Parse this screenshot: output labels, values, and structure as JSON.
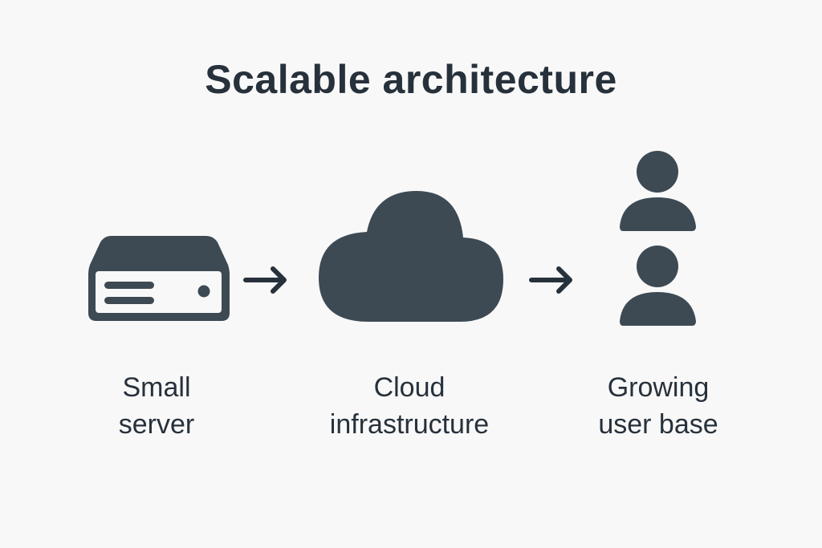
{
  "title": "Scalable architecture",
  "nodes": [
    {
      "icon": "server-icon",
      "label_lines": [
        "Small",
        "server"
      ]
    },
    {
      "icon": "cloud-icon",
      "label_lines": [
        "Cloud",
        "infrastructure"
      ]
    },
    {
      "icon": "users-icon",
      "label_lines": [
        "Growing",
        "user base"
      ]
    }
  ],
  "edges": [
    {
      "from": "Small server",
      "to": "Cloud infrastructure",
      "icon": "arrow-right-icon"
    },
    {
      "from": "Cloud infrastructure",
      "to": "Growing user base",
      "icon": "arrow-right-icon"
    }
  ],
  "colors": {
    "icon": "#3d4a54",
    "text": "#27313b",
    "background": "#f8f8f8",
    "arrow": "#27313b"
  }
}
